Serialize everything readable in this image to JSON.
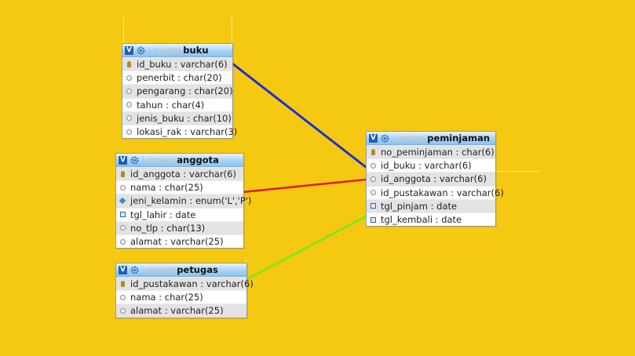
{
  "tables": [
    {
      "id": "buku",
      "db": "i-mobel",
      "name": "buku",
      "columns": [
        {
          "text": "id_buku : varchar(6)",
          "icon": "primary-key-icon"
        },
        {
          "text": "penerbit : char(20)",
          "icon": "field-icon"
        },
        {
          "text": "pengarang : char(20)",
          "icon": "field-icon"
        },
        {
          "text": "tahun : char(4)",
          "icon": "field-icon"
        },
        {
          "text": "jenis_buku : char(10)",
          "icon": "field-icon"
        },
        {
          "text": "lokasi_rak : varchar(3)",
          "icon": "field-icon"
        }
      ]
    },
    {
      "id": "anggota",
      "db": "i-mobel",
      "name": "anggota",
      "columns": [
        {
          "text": "id_anggota : varchar(6)",
          "icon": "primary-key-icon"
        },
        {
          "text": "nama : char(25)",
          "icon": "field-icon"
        },
        {
          "text": "jeni_kelamin : enum('L','P')",
          "icon": "enum-icon"
        },
        {
          "text": "tgl_lahir : date",
          "icon": "date-icon"
        },
        {
          "text": "no_tlp : char(13)",
          "icon": "field-icon"
        },
        {
          "text": "alamat : varchar(25)",
          "icon": "field-icon"
        }
      ]
    },
    {
      "id": "petugas",
      "db": "i-mobel",
      "name": "petugas",
      "columns": [
        {
          "text": "id_pustakawan : varchar(6)",
          "icon": "primary-key-icon"
        },
        {
          "text": "nama : char(25)",
          "icon": "field-icon"
        },
        {
          "text": "alamat : varchar(25)",
          "icon": "field-icon"
        }
      ]
    },
    {
      "id": "peminjaman",
      "db": "i-mobel",
      "name": "peminjaman",
      "columns": [
        {
          "text": "no_peminjaman : char(6)",
          "icon": "primary-key-icon"
        },
        {
          "text": "id_buku : varchar(6)",
          "icon": "field-icon"
        },
        {
          "text": "id_anggota : varchar(6)",
          "icon": "field-icon"
        },
        {
          "text": "id_pustakawan : varchar(6)",
          "icon": "field-icon"
        },
        {
          "text": "tgl_pinjam : date",
          "icon": "date-icon"
        },
        {
          "text": "tgl_kembali : date",
          "icon": "date-icon"
        }
      ]
    }
  ],
  "relations": [
    {
      "from_table": "buku",
      "from_column": "id_buku",
      "to_table": "peminjaman",
      "to_column": "id_buku",
      "color": "#1a2fd6"
    },
    {
      "from_table": "anggota",
      "from_column": "jeni_kelamin",
      "to_table": "peminjaman",
      "to_column": "id_anggota",
      "color": "#e31b1b"
    },
    {
      "from_table": "petugas",
      "from_column": "id_pustakawan",
      "to_table": "peminjaman",
      "to_column": "tgl_kembali",
      "color": "#8be21a"
    }
  ],
  "colors": {
    "background": "#F5C912",
    "header_icon": "#1f5fb0"
  }
}
